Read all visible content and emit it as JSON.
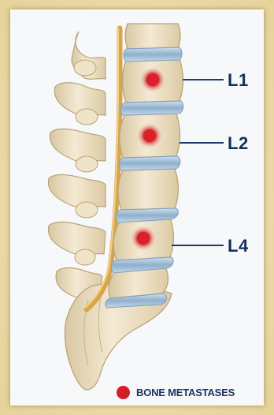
{
  "labels": {
    "l1": "L1",
    "l2": "L2",
    "l4": "L4"
  },
  "legend": {
    "text": "BONE METASTASES",
    "color": "#d21f27"
  },
  "colors": {
    "bone": "#eadcbe",
    "disc": "#a9c4da",
    "spinal_cord": "#d8a64a",
    "lesion": "#d21f27",
    "label_text": "#12305e"
  }
}
